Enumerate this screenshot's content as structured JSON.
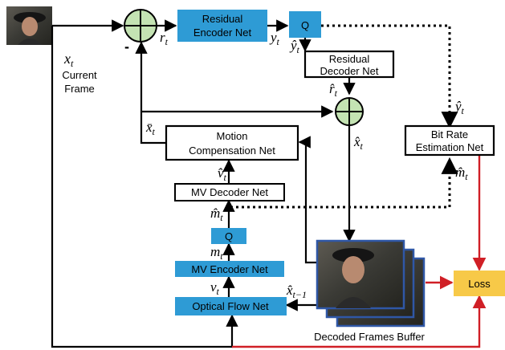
{
  "blocks": {
    "residual_encoder": [
      "Residual",
      "Encoder Net"
    ],
    "quantizer_top": "Q",
    "residual_decoder": [
      "Residual",
      "Decoder Net"
    ],
    "motion_compensation": [
      "Motion",
      "Compensation Net"
    ],
    "mv_decoder": "MV Decoder Net",
    "quantizer_mv": "Q",
    "mv_encoder": "MV Encoder Net",
    "optical_flow": "Optical Flow Net",
    "bit_rate_estimation": [
      "Bit Rate",
      "Estimation Net"
    ],
    "loss": "Loss"
  },
  "labels": {
    "x_t": "x",
    "x_t_sub": "t",
    "current_frame": [
      "Current",
      "Frame"
    ],
    "r_t": "r",
    "r_t_sub": "t",
    "y_t": "y",
    "y_t_sub": "t",
    "y_hat_t": "ŷ",
    "y_hat_t_sub": "t",
    "r_hat_t": "r̂",
    "r_hat_t_sub": "t",
    "x_bar_t": "x̄",
    "x_bar_t_sub": "t",
    "x_hat_t": "x̂",
    "x_hat_t_sub": "t",
    "v_hat_t": "v̂",
    "v_hat_t_sub": "t",
    "m_hat_t": "m̂",
    "m_hat_t_sub": "t",
    "m_t": "m",
    "m_t_sub": "t",
    "v_t": "v",
    "v_t_sub": "t",
    "x_hat_prev": "x̂",
    "x_hat_prev_sub": "t−1",
    "y_hat_rate": "ŷ",
    "y_hat_rate_sub": "t",
    "m_hat_rate": "m̂",
    "m_hat_rate_sub": "t",
    "minus_sign": "-",
    "decoded_frames_buffer": "Decoded Frames Buffer"
  },
  "colors": {
    "blue_block": "#2e9bd5",
    "plus_node": "#c4e3b3",
    "loss_block": "#f7c948",
    "red_line": "#d01f26",
    "frame_border": "#2f57a6"
  }
}
